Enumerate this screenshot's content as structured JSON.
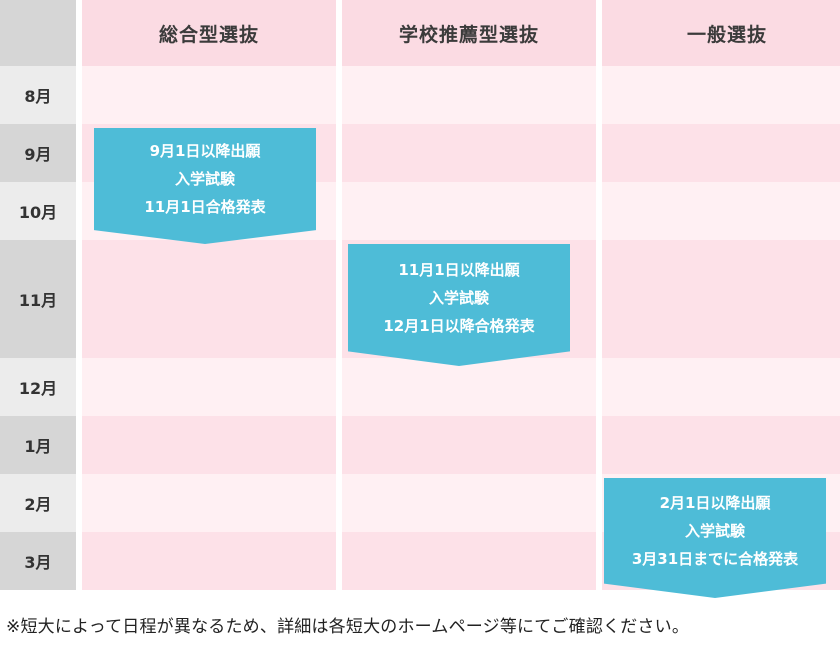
{
  "columns": [
    "総合型選抜",
    "学校推薦型選抜",
    "一般選抜"
  ],
  "months": [
    "8月",
    "9月",
    "10月",
    "11月",
    "12月",
    "1月",
    "2月",
    "3月"
  ],
  "schedules": [
    {
      "lines": [
        "9月1日以降出願",
        "入学試験",
        "11月1日合格発表"
      ]
    },
    {
      "lines": [
        "11月1日以降出願",
        "入学試験",
        "12月1日以降合格発表"
      ]
    },
    {
      "lines": [
        "2月1日以降出願",
        "入学試験",
        "3月31日までに合格発表"
      ]
    }
  ],
  "note": "※短大によって日程が異なるため、詳細は各短大のホームページ等にてご確認ください。",
  "colors": {
    "header_pink": "#fbdbe3",
    "band_light": "#fff0f3",
    "band_dark": "#fde1e8",
    "month_light": "#ececec",
    "month_dark": "#d6d6d6",
    "flag": "#4ebcd7"
  }
}
